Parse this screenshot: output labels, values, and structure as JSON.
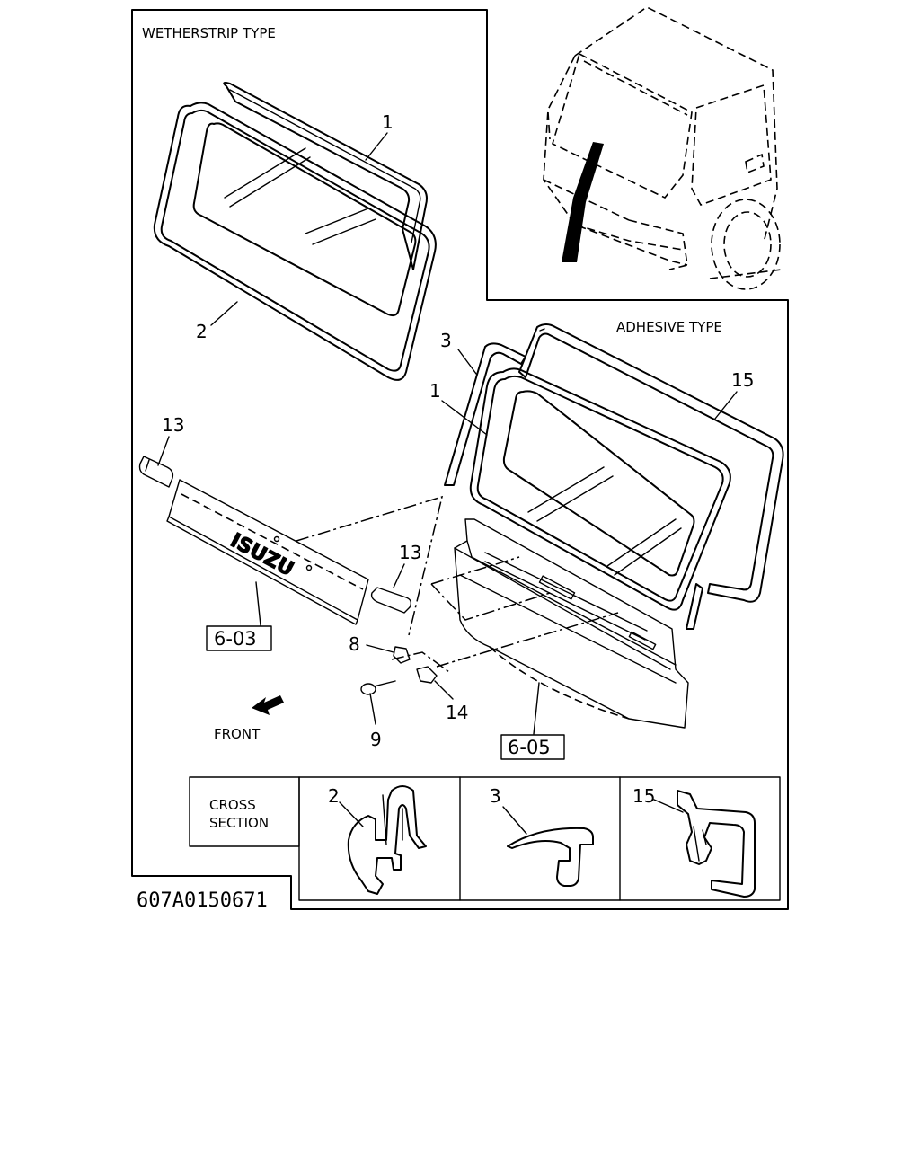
{
  "sections": {
    "wetherstrip": "WETHERSTRIP TYPE",
    "adhesive": "ADHESIVE TYPE",
    "cross_section_line1": "CROSS",
    "cross_section_line2": "SECTION"
  },
  "callouts": {
    "w1": "1",
    "w2": "2",
    "a3": "3",
    "a1": "1",
    "a15": "15",
    "c13a": "13",
    "c13b": "13",
    "c8": "8",
    "c14": "14",
    "c9": "9"
  },
  "refs": {
    "grille": "6-03",
    "panel": "6-05"
  },
  "direction_label": "FRONT",
  "grille_text": "ISUZU",
  "cross_labels": {
    "s2": "2",
    "s3": "3",
    "s15": "15"
  },
  "drawing_code": "607A0150671"
}
